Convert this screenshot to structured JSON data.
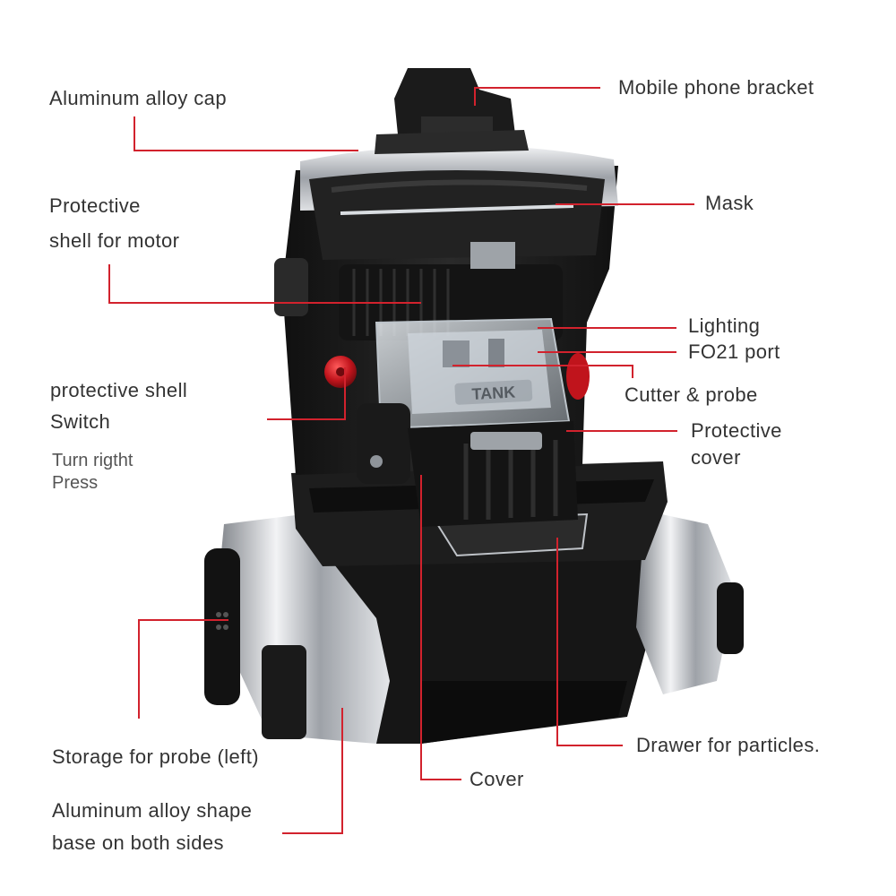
{
  "labels": {
    "aluminum_cap": "Aluminum alloy cap",
    "phone_bracket": "Mobile phone bracket",
    "mask": "Mask",
    "motor_shell_1": "Protective",
    "motor_shell_2": "shell for motor",
    "lighting": "Lighting",
    "fo21_port": "FO21 port",
    "cutter_probe": "Cutter & probe",
    "shell_switch_1": "protective shell",
    "shell_switch_2": "Switch",
    "turn_right": "Turn rigtht",
    "press": "Press",
    "protective_cover_1": "Protective",
    "protective_cover_2": "cover",
    "storage_probe": "Storage for probe (left)",
    "drawer": "Drawer for particles.",
    "cover": "Cover",
    "alu_base_1": "Aluminum alloy shape",
    "alu_base_2": "base on both sides"
  },
  "brand_logo": "TANK",
  "colors": {
    "leader_line": "#d2222d",
    "label_text": "#333333",
    "machine_body": "#1c1c1c",
    "chrome": "#cfd2d6",
    "switch_red": "#c0141c"
  }
}
